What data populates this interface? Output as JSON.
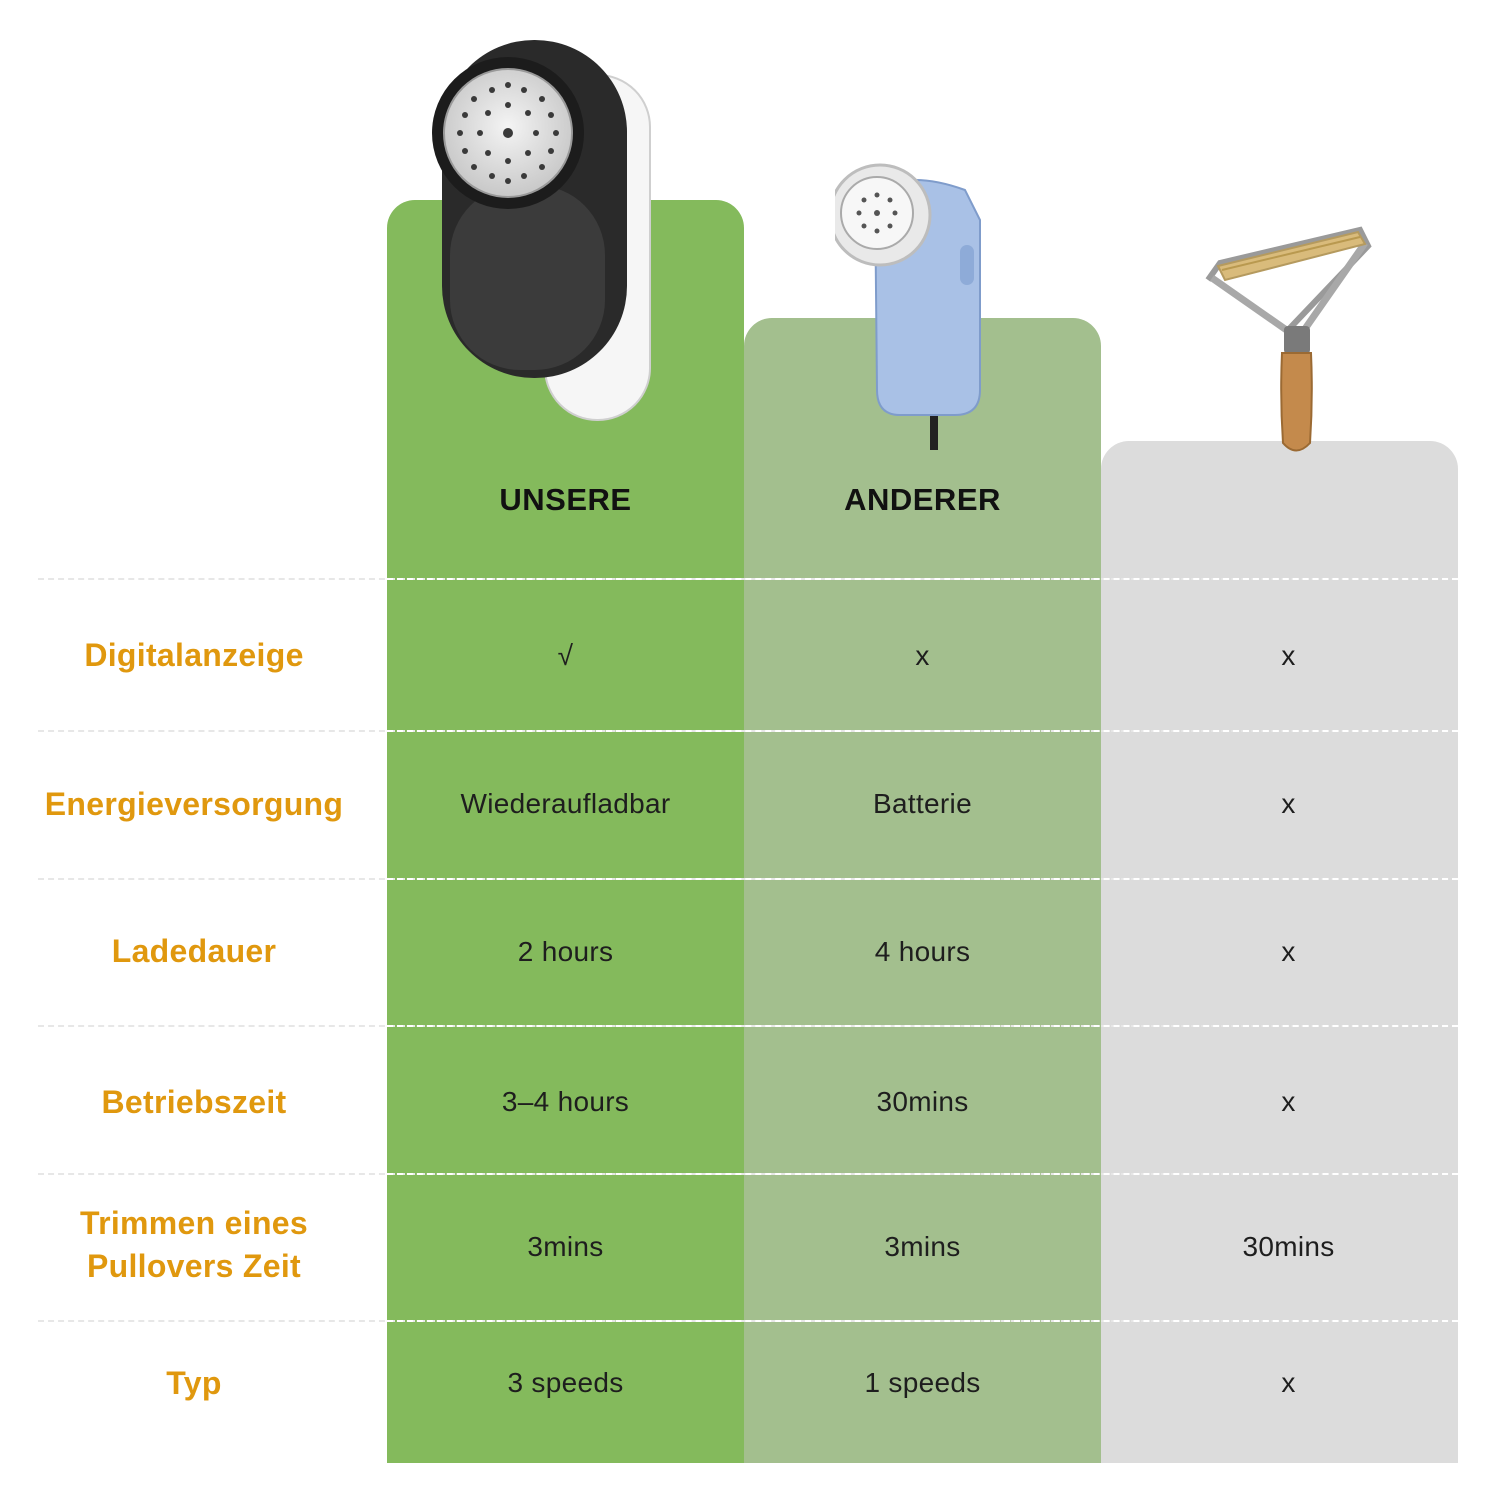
{
  "columns": [
    {
      "id": "ours",
      "header": "UNSERE",
      "color": "#84ba5c"
    },
    {
      "id": "other",
      "header": "ANDERER",
      "color": "#a3bf8e"
    },
    {
      "id": "tool",
      "header": "",
      "color": "#dcdcdc"
    }
  ],
  "label_color": "#e0980e",
  "rows": [
    {
      "label": "Digitalanzeige",
      "values": [
        "√",
        "x",
        "x"
      ]
    },
    {
      "label": "Energieversorgung",
      "values": [
        "Wiederaufladbar",
        "Batterie",
        "x"
      ]
    },
    {
      "label": "Ladedauer",
      "values": [
        "2 hours",
        "4 hours",
        "x"
      ]
    },
    {
      "label": "Betriebszeit",
      "values": [
        "3–4 hours",
        "30mins",
        "x"
      ]
    },
    {
      "label": "Trimmen eines\nPullovers Zeit",
      "values": [
        "3mins",
        "3mins",
        "30mins"
      ]
    },
    {
      "label": "Typ",
      "values": [
        "3 speeds",
        "1 speeds",
        "x"
      ]
    }
  ],
  "images": [
    {
      "name": "black-white-rechargeable-lint-shaver"
    },
    {
      "name": "blue-corded-lint-shaver"
    },
    {
      "name": "manual-wooden-lint-remover"
    }
  ]
}
